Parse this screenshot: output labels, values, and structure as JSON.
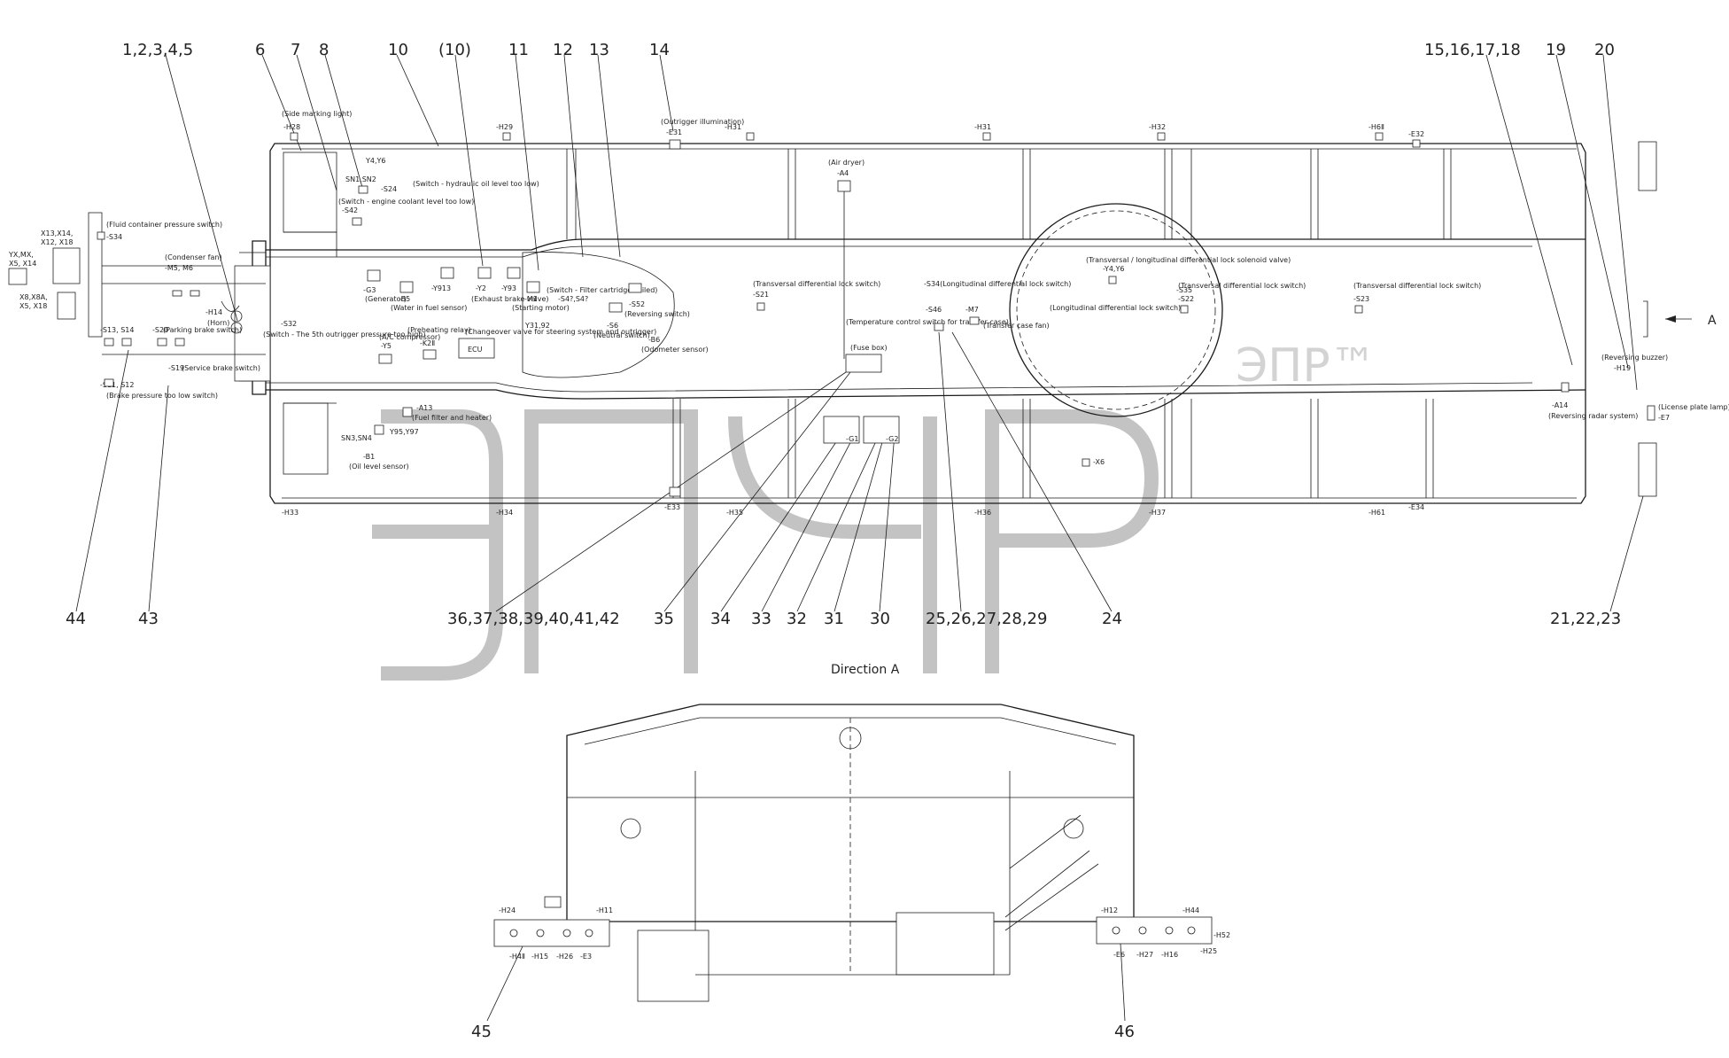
{
  "callouts_top": [
    "1,2,3,4,5",
    "6",
    "7",
    "8",
    "10",
    "(10)",
    "11",
    "12",
    "13",
    "14",
    "15,16,17,18",
    "19",
    "20"
  ],
  "callouts_bottom": [
    "44",
    "43",
    "36,37,38,39,40,41,42",
    "35",
    "34",
    "33",
    "32",
    "31",
    "30",
    "25,26,27,28,29",
    "24",
    "21,22,23"
  ],
  "callouts_view": [
    "45",
    "46"
  ],
  "direction_a_title": "Direction A",
  "arrow_a_label": "A",
  "watermark_text": "ЭПР™",
  "labels": {
    "side_marking_light": "(Side marking light)",
    "h28": "-H28",
    "h29": "-H29",
    "h31a": "-H31",
    "h31b": "-H31",
    "h32": "-H32",
    "h6ii": "-H6Ⅱ",
    "e32": "-E32",
    "outrigger_illumination": "(Outrigger illumination)",
    "e31": "-E31",
    "air_dryer": "(Air dryer)",
    "a4": "-A4",
    "y4y6_top": "Y4,Y6",
    "sn1sn2": "SN1,SN2",
    "s24": "-S24",
    "s42": "-S42",
    "sw_engine_coolant": "(Switch - engine coolant level too low)",
    "sw_hydraulic_oil": "(Switch - hydraulic oil level too low)",
    "x13x14": "X13,X14,",
    "x12x18": "X12, X18",
    "yxmx": "YX,MX,",
    "x5x14": "X5, X14",
    "x8x8a": "X8,X8A,",
    "x5x18": "X5, X18",
    "fluid_container": "(Fluid container pressure switch)",
    "s34": "-S34",
    "condenser_fan": "(Condenser fan)",
    "m5m6": "-M5, M6",
    "h14": "-H14",
    "horn": "(Horn)",
    "s13s14": "-S13, S14",
    "s20": "-S20",
    "parking_brake": "(Parking brake switch)",
    "s19": "-S19",
    "service_brake": "(Service brake switch)",
    "s11s12": "-S11, S12",
    "brake_pressure_low": "(Brake pressure too low switch)",
    "s32": "-S32",
    "s32_desc": "(Switch - The 5th outrigger pressure too high)",
    "g3": "-G3",
    "generator": "(Generator)",
    "b5": "-B5",
    "water_in_fuel": "(Water in fuel sensor)",
    "y913": "-Y913",
    "y2": "-Y2",
    "y93": "-Y93",
    "exhaust_brake": "(Exhaust brake valve)",
    "m1": "-M1",
    "starting_motor": "(Starting motor)",
    "filter_cartridge": "(Switch - Filter cartridge soiled)",
    "s4s41": "-S4?,S4?",
    "s52": "-S52",
    "reversing_switch": "(Reversing switch)",
    "s6": "-S6",
    "neutral_switch": "(Neutral switch)",
    "b6": "-B6",
    "odometer": "(Odometer sensor)",
    "y3192": "Y31,92",
    "changeover_valve": "(Changeover valve for steering system and outrigger)",
    "ac_compressor": "(A/C compressor)",
    "y5": "-Y5",
    "preheating_relay": "(Preheating relay)",
    "k28": "-K2Ⅱ",
    "ecu": "ECU",
    "a13": "-A13",
    "fuel_filter_heater": "(Fuel filter and heater)",
    "sn3sn4": "SN3,SN4",
    "y95y97": "Y95,Y97",
    "b1": "-B1",
    "oil_level_sensor": "(Oil level sensor)",
    "fuse_box": "(Fuse box)",
    "g1": "-G1",
    "g2": "-G2",
    "transverse_diff_s21": "(Transversal differential lock switch)",
    "s21": "-S21",
    "s34long": "-S34(Longitudinal differential lock switch)",
    "s46": "-S46",
    "temp_control": "(Temperature control switch for transfer case)",
    "m7": "-M7",
    "transfer_case_fan": "(Transfer case fan)",
    "tl_solenoid": "(Transversal / longitudinal differential lock solenoid valve)",
    "y4y6": "-Y4,Y6",
    "long_diff_switch": "(Longitudinal differential lock switch)",
    "s35": "-S35",
    "transverse_diff_s22": "(Transversal differential lock switch)",
    "s22": "-S22",
    "transverse_diff_s23": "(Transversal differential lock switch)",
    "s23": "-S23",
    "reversing_buzzer": "(Reversing buzzer)",
    "h19": "-H19",
    "a14": "-A14",
    "reversing_radar": "(Reversing radar system)",
    "license_plate": "(License plate lamp)",
    "e7": "-E7",
    "x6": "-X6",
    "h33": "-H33",
    "h34": "-H34",
    "e33": "-E33",
    "h35": "-H35",
    "h36": "-H36",
    "h37": "-H37",
    "h61": "-H61",
    "e34": "-E34",
    "h24": "-H24",
    "h11": "-H11",
    "h4ii": "-H4Ⅱ",
    "h15": "-H15",
    "h26": "-H26",
    "e3": "-E3",
    "h12": "-H12",
    "h44": "-H44",
    "h52": "-H52",
    "e6": "-E6",
    "h27": "-H27",
    "h16": "-H16",
    "h25": "-H25"
  }
}
